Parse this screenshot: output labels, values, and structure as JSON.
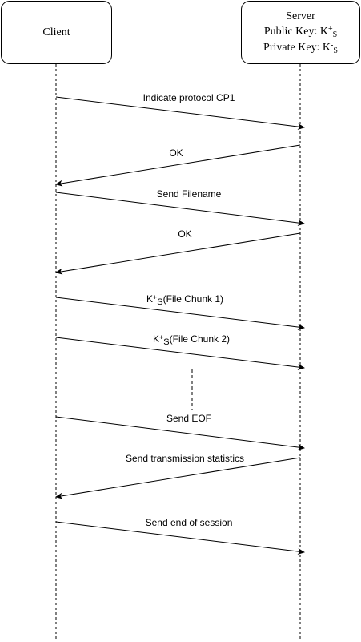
{
  "actors": {
    "client": {
      "label": "Client"
    },
    "server": {
      "title": "Server",
      "public_key_label": "Public Key: K",
      "public_key_sup": "+",
      "public_key_sub": "S",
      "private_key_label": "Private Key: K",
      "private_key_sup": "-",
      "private_key_sub": "S"
    }
  },
  "messages": [
    {
      "id": "m1",
      "label": "Indicate protocol CP1",
      "direction": "to-server"
    },
    {
      "id": "m2",
      "label": "OK",
      "direction": "to-client"
    },
    {
      "id": "m3",
      "label": "Send Filename",
      "direction": "to-server"
    },
    {
      "id": "m4",
      "label": "OK",
      "direction": "to-client"
    },
    {
      "id": "m5",
      "key": "K",
      "key_sup": "+",
      "key_sub": "S",
      "label": "(File Chunk 1)",
      "direction": "to-server"
    },
    {
      "id": "m6",
      "key": "K",
      "key_sup": "+",
      "key_sub": "S",
      "label": "(File Chunk 2)",
      "direction": "to-server"
    },
    {
      "id": "m7",
      "label": "Send EOF",
      "direction": "to-server"
    },
    {
      "id": "m8",
      "label": "Send transmission statistics",
      "direction": "to-client"
    },
    {
      "id": "m9",
      "label": "Send end of session",
      "direction": "to-server"
    }
  ],
  "colors": {
    "line": "#000000",
    "background": "#ffffff"
  }
}
